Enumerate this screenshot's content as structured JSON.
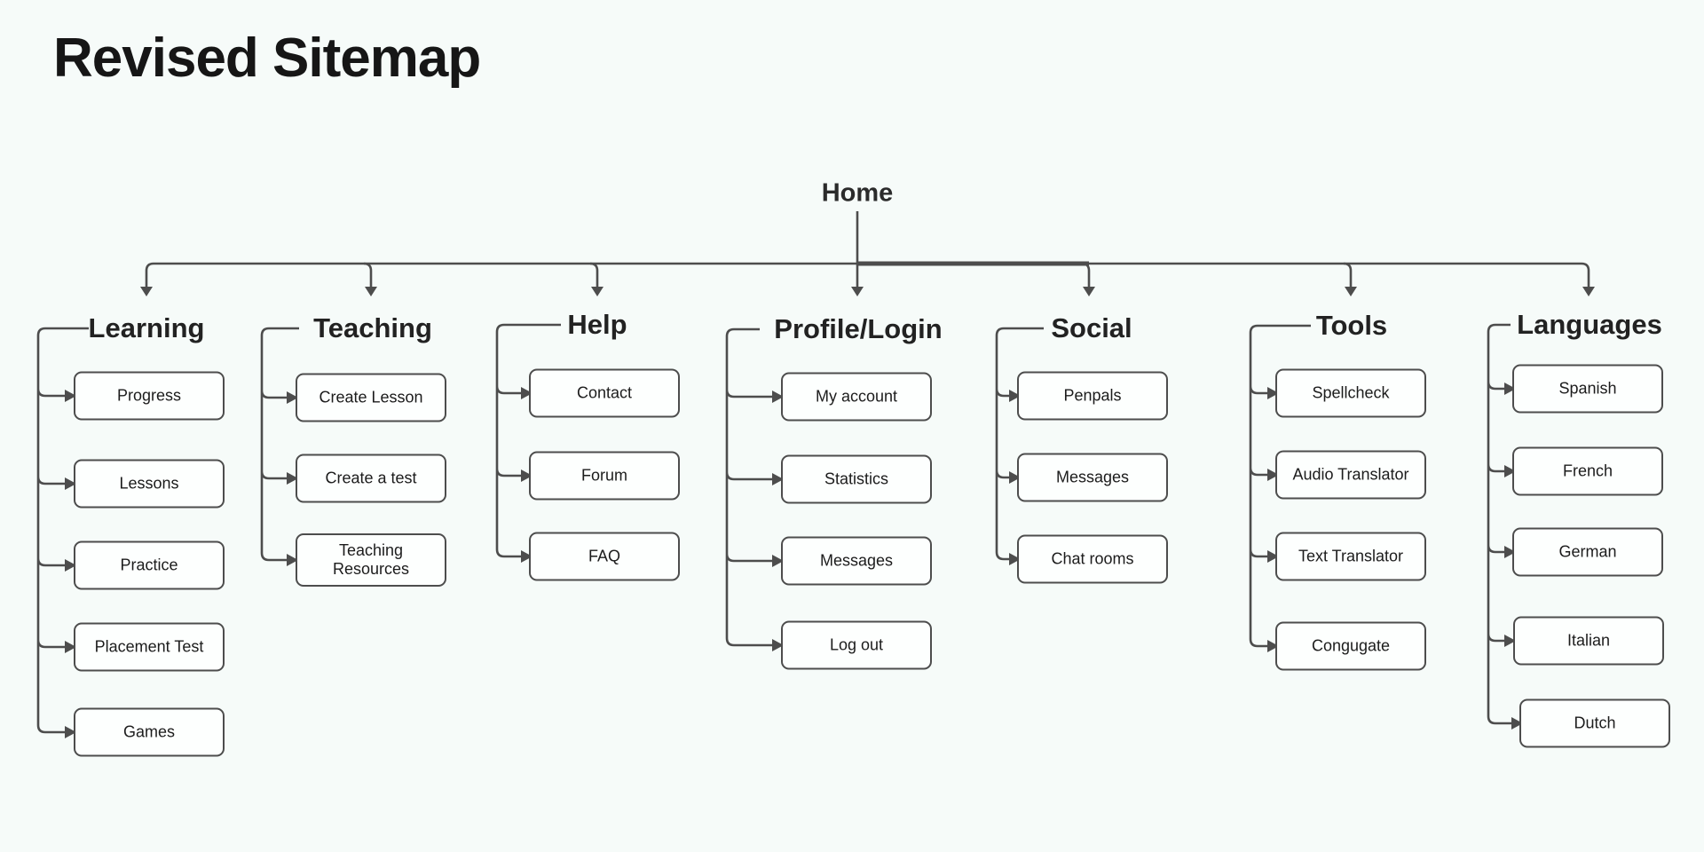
{
  "title": "Revised Sitemap",
  "root": {
    "label": "Home"
  },
  "colors": {
    "background": "#f6fbf9",
    "line": "#4d4d4d",
    "box_border": "#4d4d4d",
    "box_fill": "#fdfffe",
    "text": "#1c1c1c"
  },
  "columns": [
    {
      "label": "Learning",
      "items": [
        "Progress",
        "Lessons",
        "Practice",
        "Placement Test",
        "Games"
      ]
    },
    {
      "label": "Teaching",
      "items": [
        "Create Lesson",
        "Create a test",
        "Teaching Resources"
      ]
    },
    {
      "label": "Help",
      "items": [
        "Contact",
        "Forum",
        "FAQ"
      ]
    },
    {
      "label": "Profile/Login",
      "items": [
        "My account",
        "Statistics",
        "Messages",
        "Log out"
      ]
    },
    {
      "label": "Social",
      "items": [
        "Penpals",
        "Messages",
        "Chat rooms"
      ]
    },
    {
      "label": "Tools",
      "items": [
        "Spellcheck",
        "Audio Translator",
        "Text Translator",
        "Congugate"
      ]
    },
    {
      "label": "Languages",
      "items": [
        "Spanish",
        "French",
        "German",
        "Italian",
        "Dutch"
      ]
    }
  ]
}
